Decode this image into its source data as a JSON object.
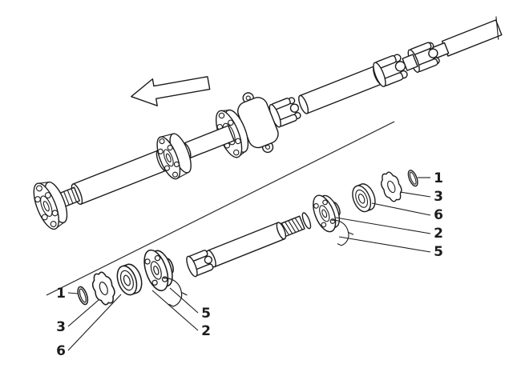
{
  "figure": {
    "background_color": "#ffffff",
    "line_color": "#1c1c1c",
    "direction_arrow": "left",
    "callouts": {
      "right": [
        "1",
        "3",
        "6",
        "2",
        "5"
      ],
      "bottom_left": [
        "1",
        "3",
        "6"
      ],
      "bottom_center": [
        "5",
        "2"
      ]
    }
  }
}
